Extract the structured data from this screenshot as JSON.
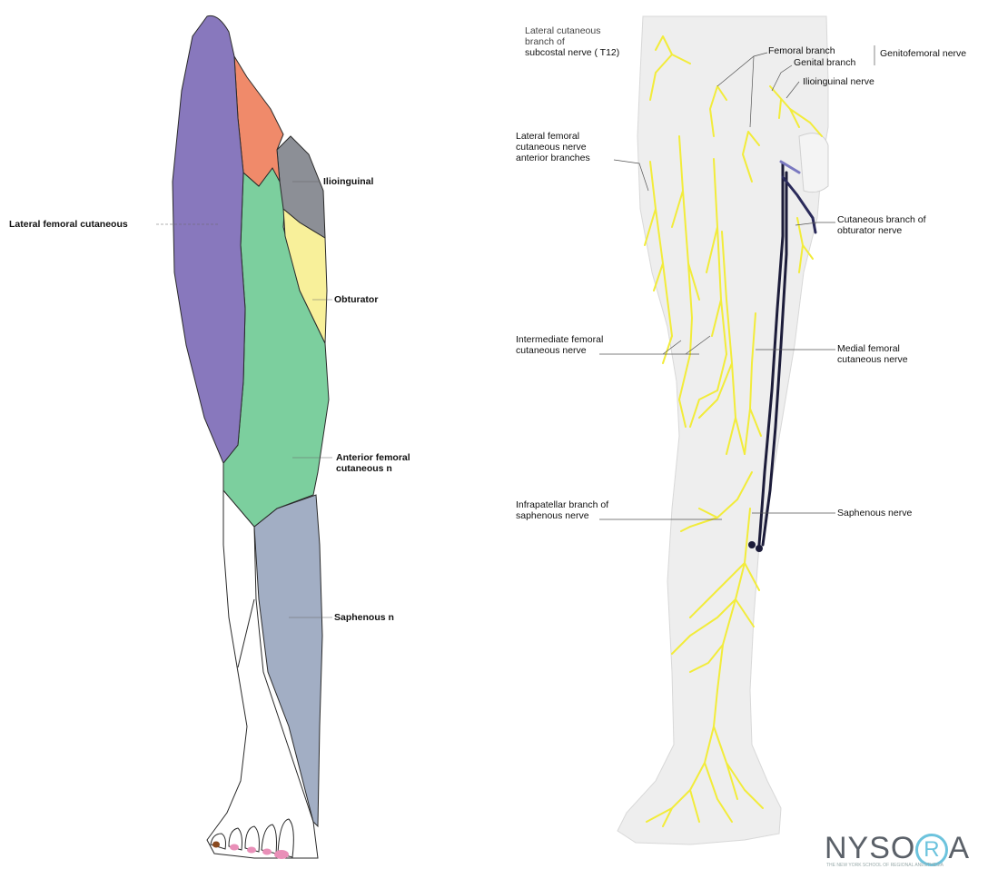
{
  "left_panel": {
    "labels": {
      "lateral_femoral": "Lateral femoral cutaneous",
      "ilioinguinal": "Ilioinguinal",
      "obturator": "Obturator",
      "anterior_femoral_1": "Anterior femoral",
      "anterior_femoral_2": "cutaneous n",
      "saphenous": "Saphenous n"
    },
    "colors": {
      "lateral_femoral": "#8878bd",
      "ilioinguinal_region": "#f08a6a",
      "genital_region": "#8c8f96",
      "obturator": "#f8f09a",
      "anterior_femoral": "#7ccf9e",
      "saphenous": "#a2aec4",
      "toenail": "#e98fb8"
    }
  },
  "right_panel": {
    "labels": {
      "subcostal_1": "Lateral cutaneous",
      "subcostal_2": "branch of",
      "subcostal_3": "subcostal nerve ( T12)",
      "femoral_branch": "Femoral branch",
      "genital_branch": "Genital branch",
      "genitofemoral": "Genitofemoral nerve",
      "ilioinguinal_nerve": "Ilioinguinal nerve",
      "lfcn_1": "Lateral femoral",
      "lfcn_2": "cutaneous nerve",
      "lfcn_3": "anterior branches",
      "cut_obt_1": "Cutaneous branch of",
      "cut_obt_2": "obturator nerve",
      "int_fem_1": "Intermediate femoral",
      "int_fem_2": "cutaneous nerve",
      "med_fem_1": "Medial femoral",
      "med_fem_2": "cutaneous nerve",
      "infrapat_1": "Infrapatellar branch of",
      "infrapat_2": "saphenous nerve",
      "saphenous_nerve": "Saphenous nerve"
    },
    "colors": {
      "skin": "#eeeeee",
      "nerve": "#f2ec3a",
      "deep_nerve": "#1c1c3a"
    }
  },
  "logo": {
    "pre": "NYSO",
    "circle": "R",
    "post": "A",
    "sub": "THE NEW YORK SCHOOL OF REGIONAL ANESTHESIA"
  }
}
